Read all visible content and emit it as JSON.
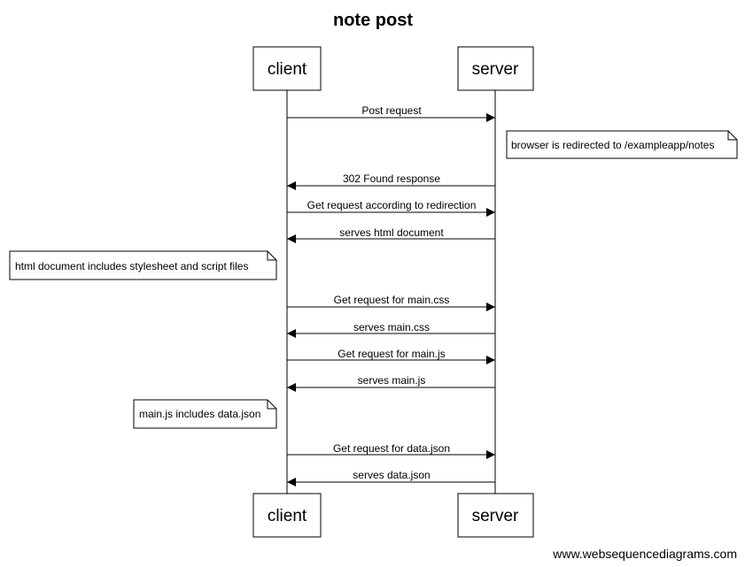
{
  "diagram": {
    "title": "note post",
    "actors": {
      "client": "client",
      "server": "server"
    },
    "messages": [
      {
        "id": "m1",
        "from": "client",
        "to": "server",
        "label": "Post request"
      },
      {
        "id": "n1",
        "note": "browser is redirected to /exampleapp/notes",
        "side": "right of server"
      },
      {
        "id": "m2",
        "from": "server",
        "to": "client",
        "label": "302 Found response"
      },
      {
        "id": "m3",
        "from": "client",
        "to": "server",
        "label": "Get request according to redirection"
      },
      {
        "id": "m4",
        "from": "server",
        "to": "client",
        "label": "serves html document"
      },
      {
        "id": "n2",
        "note": "html document includes stylesheet and script files",
        "side": "left of client"
      },
      {
        "id": "m5",
        "from": "client",
        "to": "server",
        "label": "Get request for main.css"
      },
      {
        "id": "m6",
        "from": "server",
        "to": "client",
        "label": "serves main.css"
      },
      {
        "id": "m7",
        "from": "client",
        "to": "server",
        "label": "Get request for main.js"
      },
      {
        "id": "m8",
        "from": "server",
        "to": "client",
        "label": "serves main.js"
      },
      {
        "id": "n3",
        "note": "main.js includes data.json",
        "side": "left of client"
      },
      {
        "id": "m9",
        "from": "client",
        "to": "server",
        "label": "Get request for data.json"
      },
      {
        "id": "m10",
        "from": "server",
        "to": "client",
        "label": "serves data.json"
      }
    ]
  },
  "footer": {
    "credit": "www.websequencediagrams.com"
  }
}
